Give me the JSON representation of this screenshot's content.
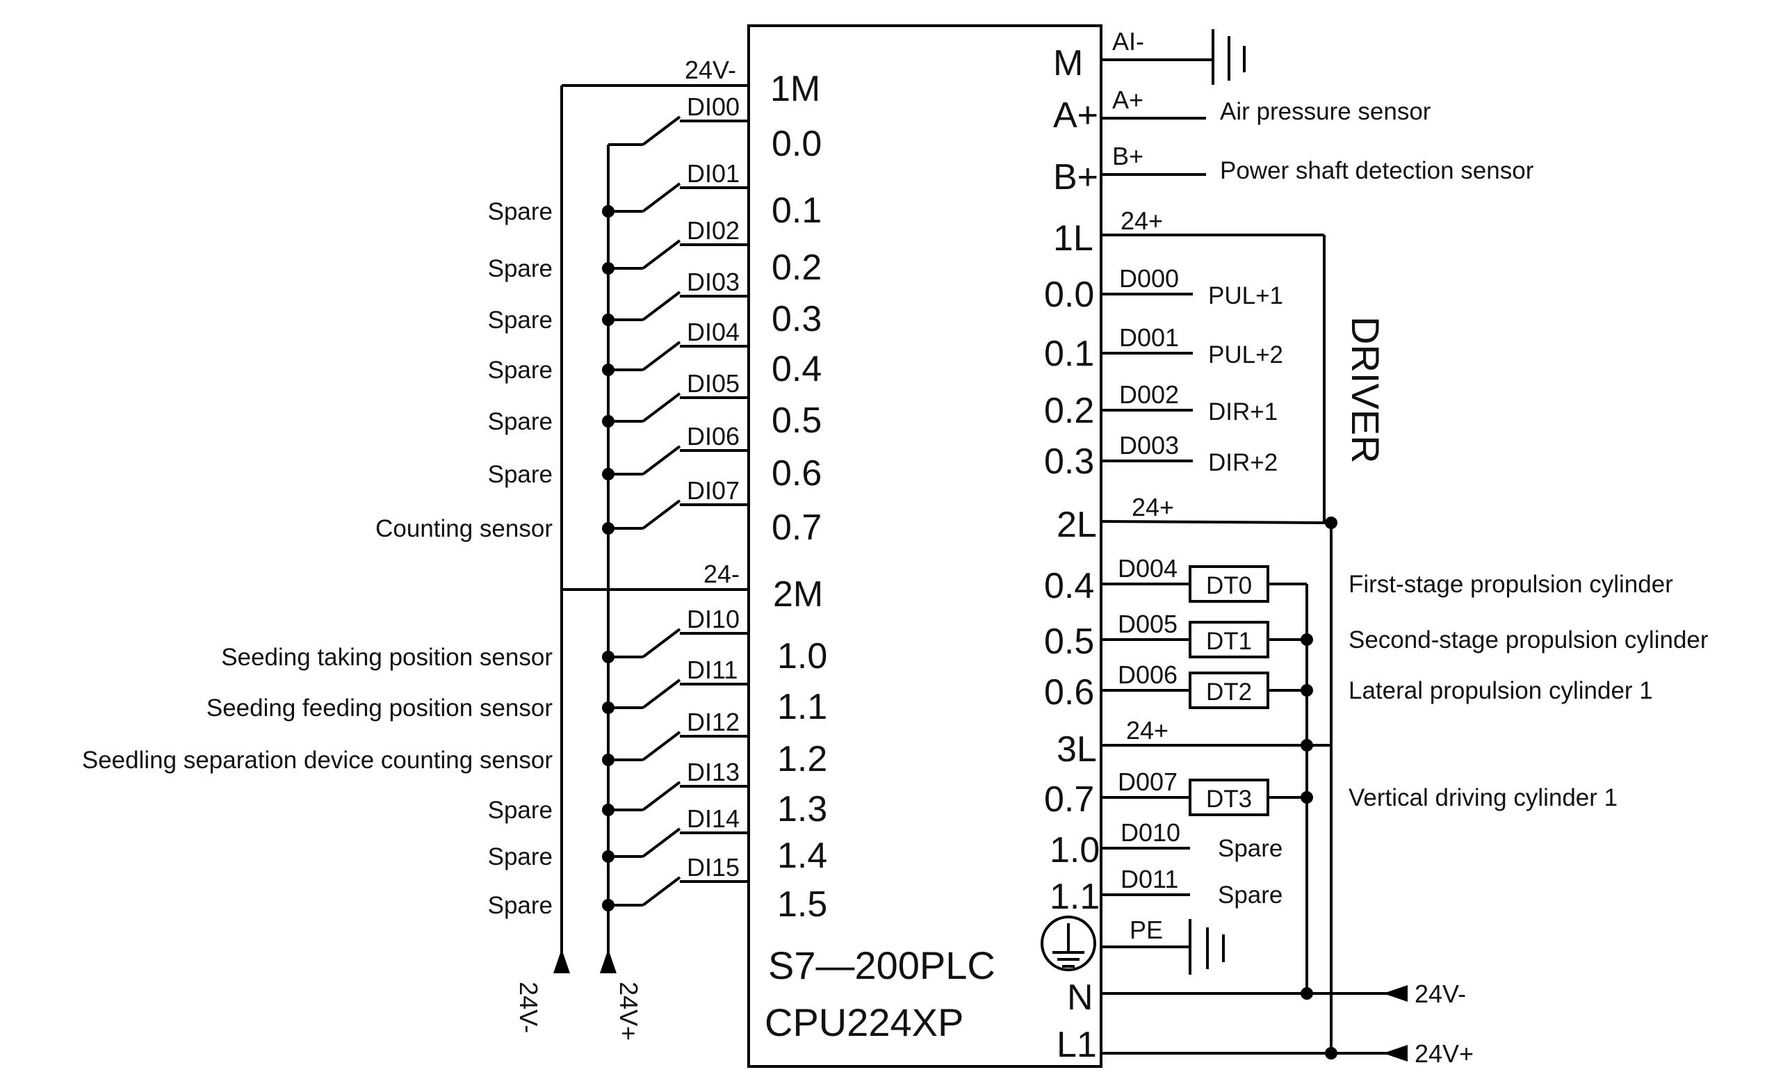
{
  "plc": {
    "model": "S7—200PLC",
    "cpu": "CPU224XP"
  },
  "left_side": {
    "common_top": {
      "pin": "1M",
      "tag": "24V-"
    },
    "common_mid": {
      "pin": "2M",
      "tag": "24-"
    },
    "inputs": [
      {
        "pin": "0.0",
        "tag": "DI00",
        "label": ""
      },
      {
        "pin": "0.1",
        "tag": "DI01",
        "label": "Spare"
      },
      {
        "pin": "0.2",
        "tag": "DI02",
        "label": "Spare"
      },
      {
        "pin": "0.3",
        "tag": "DI03",
        "label": "Spare"
      },
      {
        "pin": "0.4",
        "tag": "DI04",
        "label": "Spare"
      },
      {
        "pin": "0.5",
        "tag": "DI05",
        "label": "Spare"
      },
      {
        "pin": "0.6",
        "tag": "DI06",
        "label": "Spare"
      },
      {
        "pin": "0.7",
        "tag": "DI07",
        "label": "Counting sensor"
      },
      {
        "pin": "1.0",
        "tag": "DI10",
        "label": "Seeding taking position sensor"
      },
      {
        "pin": "1.1",
        "tag": "DI11",
        "label": "Seeding feeding position sensor"
      },
      {
        "pin": "1.2",
        "tag": "DI12",
        "label": "Seedling separation device counting sensor"
      },
      {
        "pin": "1.3",
        "tag": "DI13",
        "label": "Spare"
      },
      {
        "pin": "1.4",
        "tag": "DI14",
        "label": "Spare"
      },
      {
        "pin": "1.5",
        "tag": "DI15",
        "label": "Spare"
      }
    ],
    "supply_minus": "24V-",
    "supply_plus": "24V+"
  },
  "right_side": {
    "analog": [
      {
        "pin": "M",
        "tag": "AI-",
        "label": ""
      },
      {
        "pin": "A+",
        "tag": "A+",
        "label": "Air pressure sensor"
      },
      {
        "pin": "B+",
        "tag": "B+",
        "label": "Power shaft detection sensor"
      }
    ],
    "group1_common": {
      "pin": "1L",
      "tag": "24+"
    },
    "driver_outputs": [
      {
        "pin": "0.0",
        "tag": "D000",
        "signal": "PUL+1"
      },
      {
        "pin": "0.1",
        "tag": "D001",
        "signal": "PUL+2"
      },
      {
        "pin": "0.2",
        "tag": "D002",
        "signal": "DIR+1"
      },
      {
        "pin": "0.3",
        "tag": "D003",
        "signal": "DIR+2"
      }
    ],
    "driver_label": "DRIVER",
    "group2_common": {
      "pin": "2L",
      "tag": "24+"
    },
    "relay_outputs": [
      {
        "pin": "0.4",
        "tag": "D004",
        "relay": "DT0",
        "label": "First-stage propulsion cylinder"
      },
      {
        "pin": "0.5",
        "tag": "D005",
        "relay": "DT1",
        "label": "Second-stage propulsion cylinder"
      },
      {
        "pin": "0.6",
        "tag": "D006",
        "relay": "DT2",
        "label": "Lateral propulsion cylinder 1"
      }
    ],
    "group3_common": {
      "pin": "3L",
      "tag": "24+"
    },
    "relay_outputs_2": [
      {
        "pin": "0.7",
        "tag": "D007",
        "relay": "DT3",
        "label": "Vertical driving cylinder 1"
      }
    ],
    "spare_outputs": [
      {
        "pin": "1.0",
        "tag": "D010",
        "label": "Spare"
      },
      {
        "pin": "1.1",
        "tag": "D011",
        "label": "Spare"
      }
    ],
    "pe": {
      "tag": "PE",
      "icon": "ground-icon"
    },
    "power": [
      {
        "pin": "N",
        "supply": "24V-"
      },
      {
        "pin": "L1",
        "supply": "24V+"
      }
    ]
  }
}
